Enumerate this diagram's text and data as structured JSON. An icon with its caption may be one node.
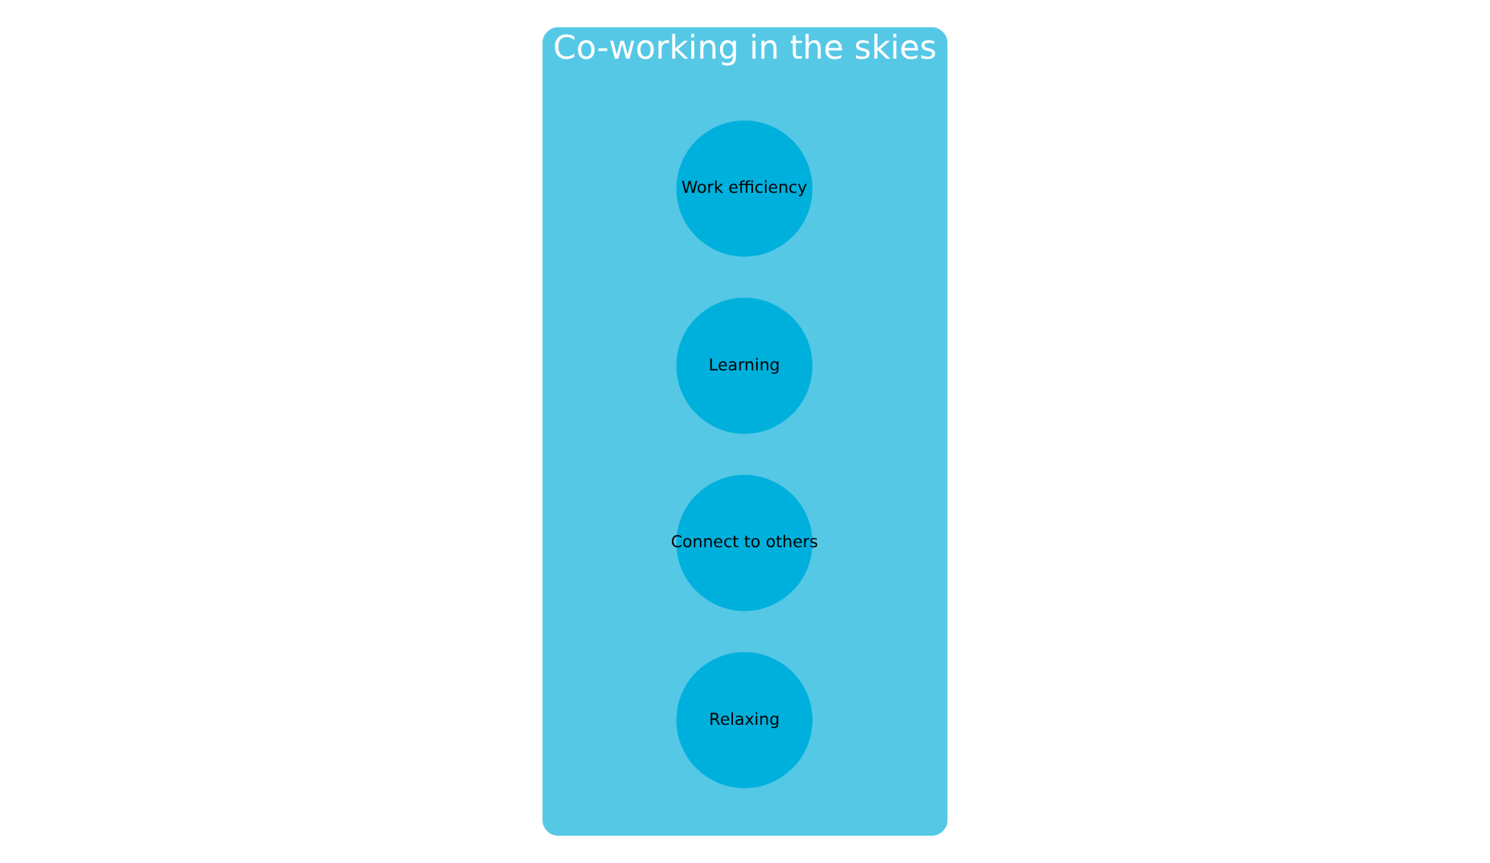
{
  "diagram": {
    "nodes": [
      {
        "text": [
          "Co-working in the skies"
        ]
      },
      {
        "text": [
          "Work efficiency"
        ],
        "in": 0
      },
      {
        "text": [
          "Learning"
        ],
        "in": 0
      },
      {
        "text": [
          "Connect to others"
        ],
        "in": 0
      },
      {
        "text": [
          "Relaxing"
        ],
        "in": 0
      }
    ]
  }
}
